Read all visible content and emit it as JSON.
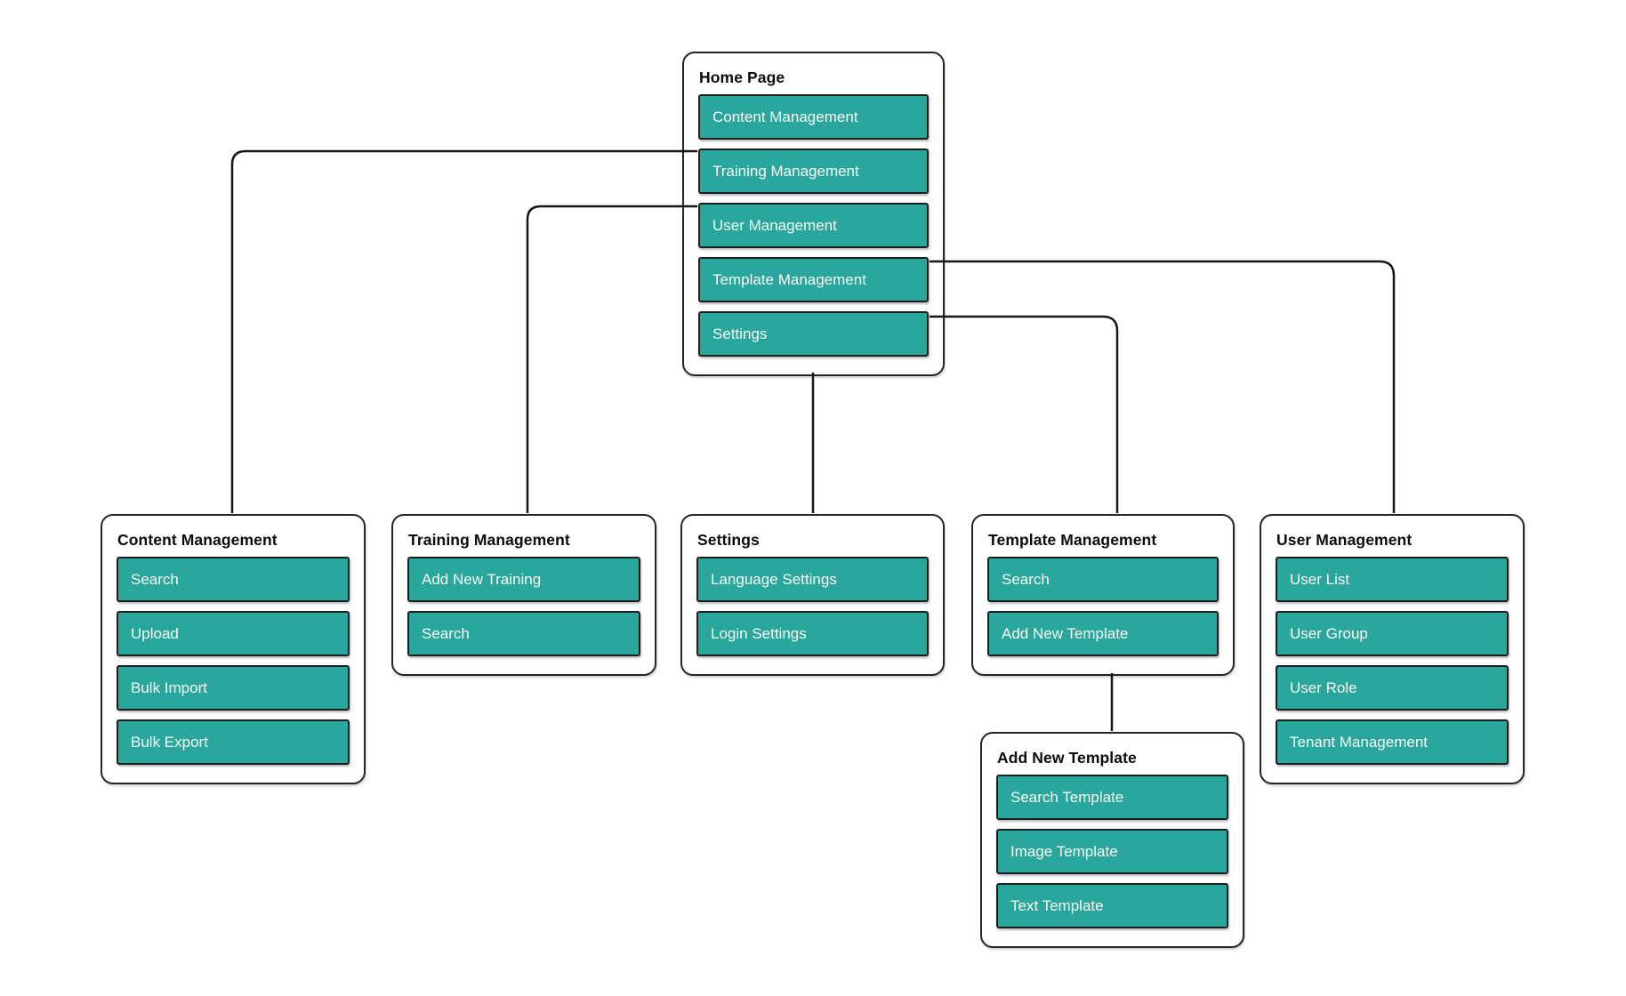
{
  "diagram": {
    "palette": {
      "background": "#ffffff",
      "accent_teal": "#2aa79c",
      "node_border": "#242625",
      "button_border": "#1d1f1e",
      "connector": "#161616",
      "button_text": "#f7f9f8",
      "title_text": "#0b0b0b"
    },
    "nodes": {
      "home": {
        "title": "Home Page",
        "buttons": [
          {
            "label": "Content Management"
          },
          {
            "label": "Training Management"
          },
          {
            "label": "User Management"
          },
          {
            "label": "Template Management"
          },
          {
            "label": "Settings"
          }
        ]
      },
      "content": {
        "title": "Content Management",
        "buttons": [
          {
            "label": "Search"
          },
          {
            "label": "Upload"
          },
          {
            "label": "Bulk Import"
          },
          {
            "label": "Bulk Export"
          }
        ]
      },
      "training": {
        "title": "Training Management",
        "buttons": [
          {
            "label": "Add New Training"
          },
          {
            "label": "Search"
          }
        ]
      },
      "settings": {
        "title": "Settings",
        "buttons": [
          {
            "label": "Language Settings"
          },
          {
            "label": "Login Settings"
          }
        ]
      },
      "template": {
        "title": "Template Management",
        "buttons": [
          {
            "label": "Search"
          },
          {
            "label": "Add New Template"
          }
        ]
      },
      "user": {
        "title": "User Management",
        "buttons": [
          {
            "label": "User List"
          },
          {
            "label": "User Group"
          },
          {
            "label": "User Role"
          },
          {
            "label": "Tenant Management"
          }
        ]
      },
      "add_new_template": {
        "title": "Add New Template",
        "buttons": [
          {
            "label": "Search Template"
          },
          {
            "label": "Image Template"
          },
          {
            "label": "Text Template"
          }
        ]
      }
    }
  }
}
